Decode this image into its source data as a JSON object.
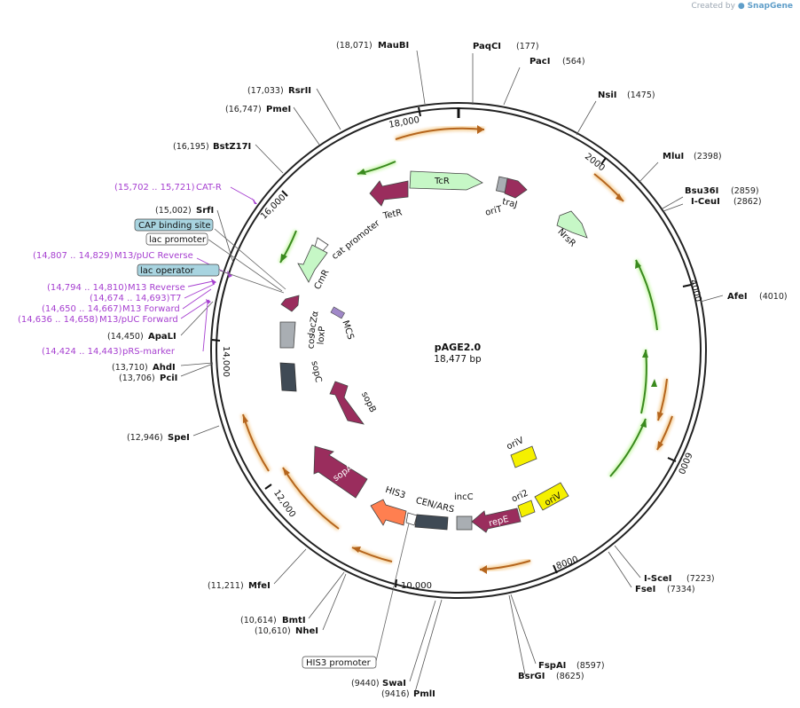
{
  "credit": {
    "prefix": "Created by",
    "brand": "SnapGene"
  },
  "plasmid": {
    "name": "pAGE2.0",
    "length_label": "18,477 bp",
    "length": 18477
  },
  "ruler": [
    {
      "label": "2000"
    },
    {
      "label": "4000"
    },
    {
      "label": "6000"
    },
    {
      "label": "8000"
    },
    {
      "label": "10,000"
    },
    {
      "label": "12,000"
    },
    {
      "label": "14,000"
    },
    {
      "label": "16,000"
    },
    {
      "label": "18,000"
    }
  ],
  "enzymes": [
    {
      "name": "PaqCI",
      "pos": "(177)"
    },
    {
      "name": "PacI",
      "pos": "(564)"
    },
    {
      "name": "NsiI",
      "pos": "(1475)"
    },
    {
      "name": "MluI",
      "pos": "(2398)"
    },
    {
      "name": "Bsu36I",
      "pos": "(2859)"
    },
    {
      "name": "I-CeuI",
      "pos": "(2862)"
    },
    {
      "name": "AfeI",
      "pos": "(4010)"
    },
    {
      "name": "I-SceI",
      "pos": "(7223)"
    },
    {
      "name": "FseI",
      "pos": "(7334)"
    },
    {
      "name": "FspAI",
      "pos": "(8597)"
    },
    {
      "name": "BsrGI",
      "pos": "(8625)"
    },
    {
      "name": "SwaI",
      "pos": "(9440)"
    },
    {
      "name": "PmlI",
      "pos": "(9416)"
    },
    {
      "name": "BmtI",
      "pos": "(10,614)"
    },
    {
      "name": "NheI",
      "pos": "(10,610)"
    },
    {
      "name": "MfeI",
      "pos": "(11,211)"
    },
    {
      "name": "SpeI",
      "pos": "(12,946)"
    },
    {
      "name": "AhdI",
      "pos": "(13,710)"
    },
    {
      "name": "PciI",
      "pos": "(13,706)"
    },
    {
      "name": "ApaLI",
      "pos": "(14,450)"
    },
    {
      "name": "SrfI",
      "pos": "(15,002)"
    },
    {
      "name": "BstZ17I",
      "pos": "(16,195)"
    },
    {
      "name": "PmeI",
      "pos": "(16,747)"
    },
    {
      "name": "RsrII",
      "pos": "(17,033)"
    },
    {
      "name": "MauBI",
      "pos": "(18,071)"
    }
  ],
  "primers": [
    {
      "name": "CAT-R",
      "pos": "(15,702 .. 15,721)"
    },
    {
      "name": "M13/pUC Reverse",
      "pos": "(14,807 .. 14,829)"
    },
    {
      "name": "M13 Reverse",
      "pos": "(14,794 .. 14,810)"
    },
    {
      "name": "T7",
      "pos": "(14,674 .. 14,693)"
    },
    {
      "name": "M13 Forward",
      "pos": "(14,650 .. 14,667)"
    },
    {
      "name": "M13/pUC Forward",
      "pos": "(14,636 .. 14,658)"
    },
    {
      "name": "pRS-marker",
      "pos": "(14,424 .. 14,443)"
    }
  ],
  "boxed_labels": [
    {
      "text": "CAP binding site"
    },
    {
      "text": "lac promoter"
    },
    {
      "text": "lac operator"
    },
    {
      "text": "HIS3 promoter"
    }
  ],
  "features": [
    {
      "label": "TcR"
    },
    {
      "label": "TetR"
    },
    {
      "label": "traJ"
    },
    {
      "label": "oriT"
    },
    {
      "label": "NrsR"
    },
    {
      "label": "cat promoter"
    },
    {
      "label": "CmR"
    },
    {
      "label": "lacZα"
    },
    {
      "label": "MCS"
    },
    {
      "label": "cos"
    },
    {
      "label": "loxP"
    },
    {
      "label": "sopC"
    },
    {
      "label": "sopB"
    },
    {
      "label": "sopA"
    },
    {
      "label": "oriV"
    },
    {
      "label": "ori2"
    },
    {
      "label": "oriV"
    },
    {
      "label": "repE"
    },
    {
      "label": "incC"
    },
    {
      "label": "CEN/ARS"
    },
    {
      "label": "HIS3"
    }
  ],
  "colors": {
    "backbone": "#222222",
    "orf_orange": "#b5651d",
    "orf_green": "#3a8a1e",
    "gene_maroon": "#9a2d5d",
    "marker_green": "#c6f7c6",
    "origin_yellow": "#f5f000",
    "misc_grey": "#a9aeb3",
    "dark_slate": "#3f4a55",
    "his3_orange": "#ff7f50",
    "primer_purple": "#a63fd0",
    "box_blue": "#a8d4e0"
  }
}
